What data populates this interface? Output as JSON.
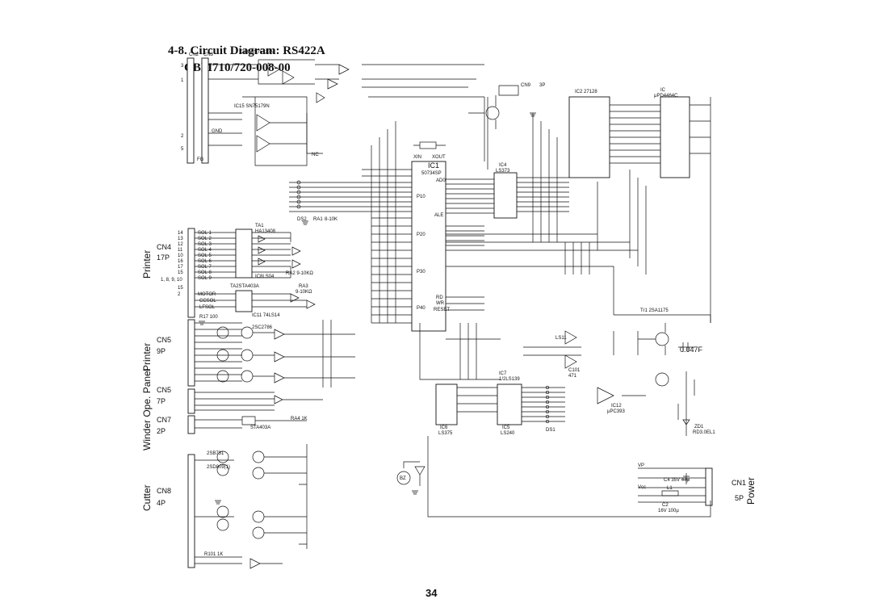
{
  "title": "4-8.  Circuit Diagram: RS422A",
  "subtitle": "CBM710/720-008-00",
  "page_number": "34",
  "side_labels": {
    "printer_top": "Printer",
    "printer_mid": "Printer",
    "winder": "Winder Ope. Panel",
    "cutter": "Cutter",
    "power": "Power"
  },
  "connectors": {
    "cn4": "CN4",
    "cn4_pins": "17P",
    "cn5a": "CN5",
    "cn5a_pins": "9P",
    "cn5b": "CN5",
    "cn5b_pins": "7P",
    "cn7": "CN7",
    "cn7_pins": "2P",
    "cn8": "CN8",
    "cn8_pins": "4P",
    "cn1": "CN1",
    "cn1_pins": "5P",
    "cn2": "CN2",
    "cn3": "CN3",
    "cn9": "CN9",
    "cn9_pins": "3P"
  },
  "components": {
    "ic1": "IC1",
    "ic1_part": "50734SP",
    "ic2": "IC2  27128",
    "ic3": "IC",
    "ic3_part": "μPD4464C",
    "ic4": "IC4",
    "ic4_part": "LS373",
    "ic5": "IC5",
    "ic5_part": "LS240",
    "ic6": "IC6",
    "ic6_part": "LS375",
    "ic7": "IC7",
    "ic7_part": "1/2LS139",
    "ic8": "IC8LS04",
    "ic11": "IC11 74LS14",
    "ic12": "IC12",
    "ic12_part": "μPC393",
    "ic14": "IC14  SN75113N",
    "ic15": "IC15  SN75179N",
    "ta1": "TA1",
    "ta1_part": "HA13408",
    "ta2": "TA2STA403A",
    "sta": "STA403A",
    "ra2": "RA2  9-10KΩ",
    "ra3": "RA3",
    "ra3_val": "9-10KΩ",
    "ra1": "RA1",
    "ra1_val": "8-10K",
    "ds2": "DS2",
    "ds1": "DS1",
    "bz": "BZ",
    "cap_047": "0.047F",
    "tr1": "Tr1  2SA1175",
    "zd1": "ZD1",
    "zd1_part": "RD3.0EL1",
    "c4": "C4  35V  47μ",
    "c2": "C2",
    "c2_val": "16V  100μ",
    "l1": "L1",
    "x1": "XIN",
    "x2": "XOUT",
    "tr_motor": "MOTOR",
    "ccsol": "CCSOL",
    "lfsol": "LFSOL",
    "vcc": "Vcc",
    "vp": "VP",
    "gnd": "GND",
    "fg": "FG",
    "nc": "NC",
    "reset": "RESET",
    "p10": "P10",
    "p20": "P20",
    "p30": "P30",
    "p40": "P40",
    "ale": "ALE",
    "rd": "RD",
    "wr": "WR",
    "ad0": "AD0",
    "sol": "SOL",
    "tr2": "2SC2786",
    "tr3": "2SB731",
    "tr4": "2SD809(1)",
    "ra4": "RA4  1K",
    "r17": "R17  100",
    "r101": "R101  1K",
    "c101": "C101",
    "c101_val": "471",
    "ls11": "LS11"
  },
  "cn4_pins_list": [
    "14",
    "13",
    "12",
    "11",
    "10",
    "16",
    "17",
    "15",
    "1, 8, 9, 10",
    "15",
    "2"
  ],
  "sol_list": [
    "SOL 1",
    "SOL 2",
    "SOL 3",
    "SOL 4",
    "SOL 5",
    "SOL 6",
    "SOL 7",
    "SOL 8",
    "SOL 9"
  ],
  "cn2_pins_list": [
    "3",
    "1",
    "2",
    "5"
  ]
}
